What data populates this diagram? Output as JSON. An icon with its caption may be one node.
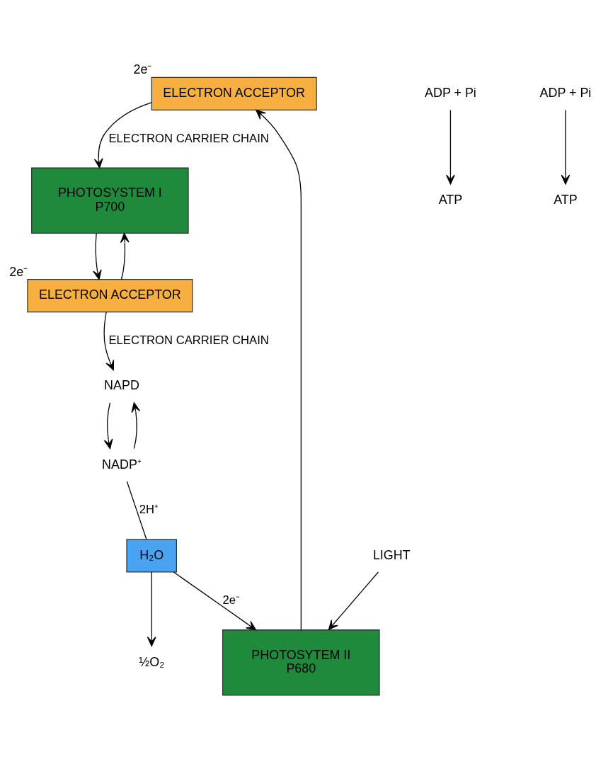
{
  "diagram": {
    "nodes": [
      {
        "text": [
          "ELECTRON ACCEPTOR"
        ],
        "beside": [
          "2e⁻"
        ]
      },
      {
        "text": [
          "ELECTRON ACCEPTOR"
        ],
        "beside": [
          "2e⁻"
        ]
      },
      {
        "text": [
          "PHOTOSYSTEM I",
          "P700"
        ]
      },
      {
        "text": [
          "PHOTOSYTEM II",
          "P680"
        ]
      },
      {
        "text": [
          "H₂O"
        ]
      },
      {
        "text": [
          "NAPD"
        ]
      },
      {
        "text": [
          "NADP⁺"
        ]
      },
      {
        "text": [
          "½O₂"
        ]
      },
      {
        "text": [
          "LIGHT"
        ]
      },
      {
        "text": [
          "ADP + Pi"
        ]
      },
      {
        "text": [
          "ATP"
        ]
      },
      {
        "text": [
          "ADP + Pi"
        ]
      },
      {
        "text": [
          "ATP"
        ]
      }
    ],
    "edges": [
      {
        "from": 3,
        "to": 0,
        "arrow": "to"
      },
      {
        "from": 0,
        "to": 2,
        "arrow": "to",
        "label": "ELECTRON CARRIER CHAIN"
      },
      {
        "from": 1,
        "to": 2,
        "arrow": "to"
      },
      {
        "from": 2,
        "to": 1,
        "arrow": "to"
      },
      {
        "from": 1,
        "to": 5,
        "arrow": "to",
        "label": "ELECTRON CARRIER CHAIN"
      },
      {
        "from": 5,
        "to": 6,
        "arrow": "to"
      },
      {
        "from": 6,
        "to": 5,
        "arrow": "to"
      },
      {
        "from": 6,
        "to": 4,
        "arrow": "none",
        "label": "2H⁺"
      },
      {
        "from": 4,
        "to": 3,
        "arrow": "to",
        "label": "2e⁻"
      },
      {
        "from": 4,
        "to": 7,
        "arrow": "to"
      },
      {
        "from": 8,
        "to": 3,
        "arrow": "to"
      },
      {
        "from": 9,
        "to": 10,
        "arrow": "to"
      },
      {
        "from": 11,
        "to": 12,
        "arrow": "to"
      }
    ]
  }
}
